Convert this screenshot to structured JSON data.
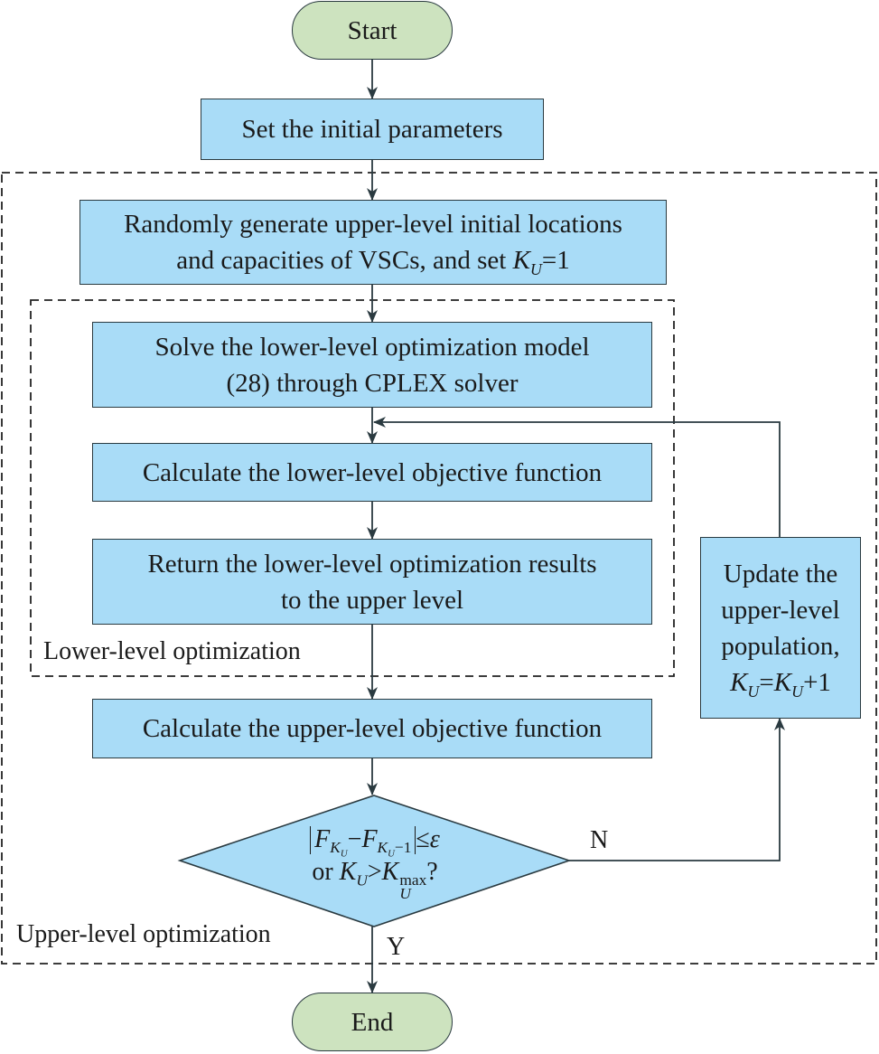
{
  "nodes": {
    "start": "Start",
    "set_params": "Set the initial parameters",
    "generate_line1": "Randomly generate upper-level initial locations",
    "generate_line2_prefix": "and capacities of VSCs, and set ",
    "generate_var": "K",
    "generate_sub": "U",
    "generate_suffix": "=1",
    "solve_line1": "Solve the lower-level optimization model",
    "solve_line2": "(28) through CPLEX solver",
    "calc_lower": "Calculate the lower-level objective function",
    "return_line1": "Return the lower-level optimization results",
    "return_line2": "to the upper level",
    "calc_upper": "Calculate the upper-level objective function",
    "update_line1": "Update the",
    "update_line2": "upper-level",
    "update_line3": "population,",
    "update_k": "K",
    "update_sub": "U",
    "update_eq": "=",
    "update_k2": "K",
    "update_sub2": "U",
    "update_plus": "+1",
    "end": "End"
  },
  "decision": {
    "f1": "F",
    "f1_sub_k": "K",
    "f1_sub_u": "U",
    "minus": "−",
    "f2": "F",
    "f2_sub_k": "K",
    "f2_sub_u": "U",
    "f2_sub_tail": "−1",
    "leq": "≤",
    "eps": "ε",
    "or": "or ",
    "k": "K",
    "k_sub": "U",
    "gt": ">",
    "kmax": "K",
    "kmax_sup": "max",
    "kmax_sub": "U",
    "q": "?"
  },
  "labels": {
    "lower_region": "Lower-level optimization",
    "upper_region": "Upper-level optimization",
    "no": "N",
    "yes": "Y"
  },
  "colors": {
    "process_fill": "#a9dcf7",
    "terminal_fill": "#cde3bf",
    "line": "#2a3a40"
  }
}
